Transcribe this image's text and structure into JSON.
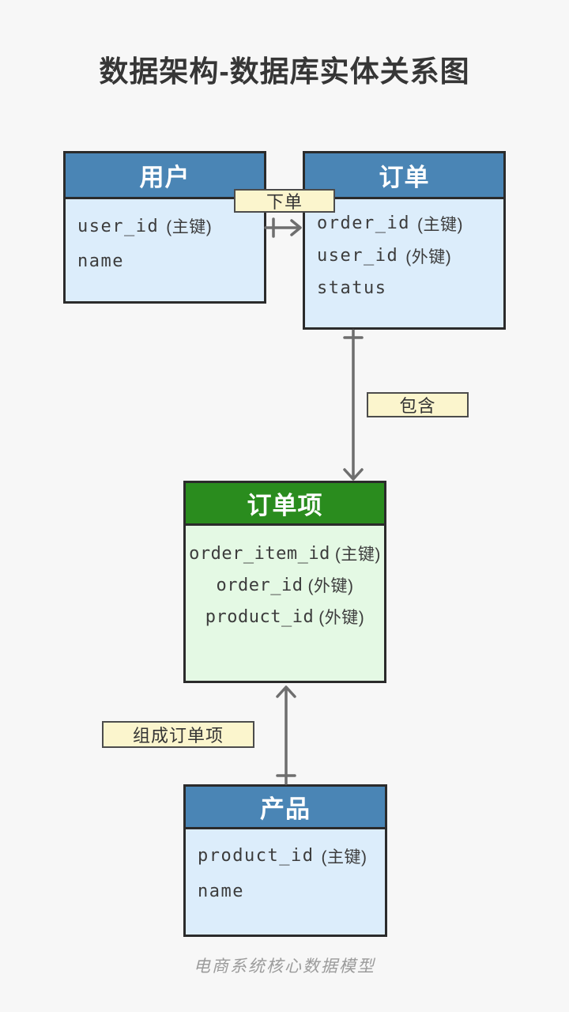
{
  "title": "数据架构-数据库实体关系图",
  "footer": "电商系统核心数据模型",
  "colors": {
    "background": "#f7f7f7",
    "blue_header": "#4a85b5",
    "blue_body": "#dcedfb",
    "green_header": "#2a8c1e",
    "green_body": "#e4f9e4",
    "label_bg": "#fbf5cd",
    "table_border": "#2b2b2b",
    "arrow": "#6e6e6e",
    "title_text": "#363636",
    "field_text": "#3c3c3c"
  },
  "entities": {
    "user": {
      "title": "用户",
      "fields": [
        {
          "name": "user_id",
          "tag": "(主键)"
        },
        {
          "name": "name",
          "tag": ""
        }
      ]
    },
    "order": {
      "title": "订单",
      "fields": [
        {
          "name": "order_id",
          "tag": "(主键)"
        },
        {
          "name": "user_id",
          "tag": "(外键)"
        },
        {
          "name": "status",
          "tag": ""
        }
      ]
    },
    "order_item": {
      "title": "订单项",
      "fields": [
        {
          "name": "order_item_id",
          "tag": "(主键)"
        },
        {
          "name": "order_id",
          "tag": "(外键)"
        },
        {
          "name": "product_id",
          "tag": "(外键)"
        }
      ]
    },
    "product": {
      "title": "产品",
      "fields": [
        {
          "name": "product_id",
          "tag": "(主键)"
        },
        {
          "name": "name",
          "tag": ""
        }
      ]
    }
  },
  "relations": {
    "place_order": {
      "label": "下单",
      "from": "用户",
      "to": "订单"
    },
    "contains": {
      "label": "包含",
      "from": "订单",
      "to": "订单项"
    },
    "composes": {
      "label": "组成订单项",
      "from": "产品",
      "to": "订单项"
    }
  }
}
